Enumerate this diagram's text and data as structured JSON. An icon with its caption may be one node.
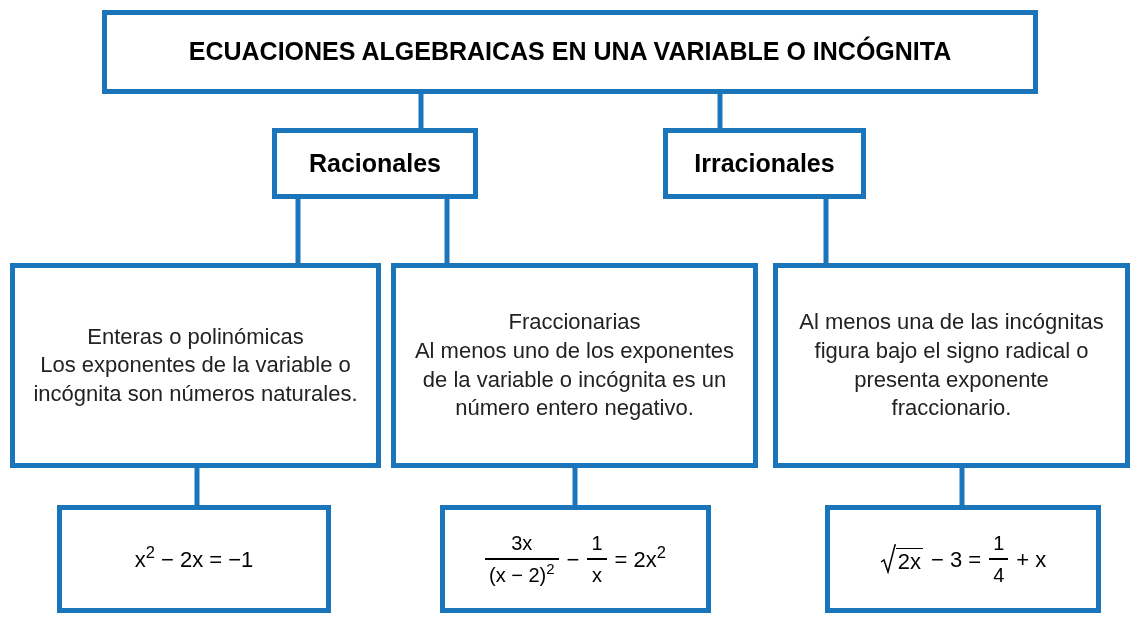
{
  "diagram": {
    "nodes": [
      {
        "text": [
          "ECUACIONES ALGEBRAICAS EN UNA VARIABLE O INCÓGNITA"
        ]
      },
      {
        "text": [
          "Racionales"
        ]
      },
      {
        "text": [
          "Irracionales"
        ]
      },
      {
        "text": [
          "Enteras o polinómicas",
          "Los exponentes de la variable o incógnita son números naturales."
        ]
      },
      {
        "text": [
          "Fraccionarias",
          "Al menos uno de los exponentes de la variable o incógnita es un número entero negativo."
        ]
      },
      {
        "text": [
          "Al menos una de las incógnitas figura bajo el signo radical o presenta exponente fraccionario."
        ]
      },
      {
        "text": [
          "x$^{2}$ − 2x = −1"
        ]
      },
      {
        "text": [
          "3x",
          "(x − 2)$^{2}$",
          "−",
          "1",
          "x",
          "= 2x$^{2}$"
        ]
      },
      {
        "text": [
          "2x",
          "− 3 =",
          "1",
          "4",
          "+ x"
        ]
      }
    ],
    "edges": [
      {
        "from": 0,
        "to": 1,
        "arrow": "none"
      },
      {
        "from": 0,
        "to": 2,
        "arrow": "none"
      },
      {
        "from": 1,
        "to": 3,
        "arrow": "none"
      },
      {
        "from": 1,
        "to": 4,
        "arrow": "none"
      },
      {
        "from": 2,
        "to": 5,
        "arrow": "none"
      },
      {
        "from": 3,
        "to": 6,
        "arrow": "none"
      },
      {
        "from": 4,
        "to": 7,
        "arrow": "none"
      },
      {
        "from": 5,
        "to": 8,
        "arrow": "none"
      }
    ]
  }
}
